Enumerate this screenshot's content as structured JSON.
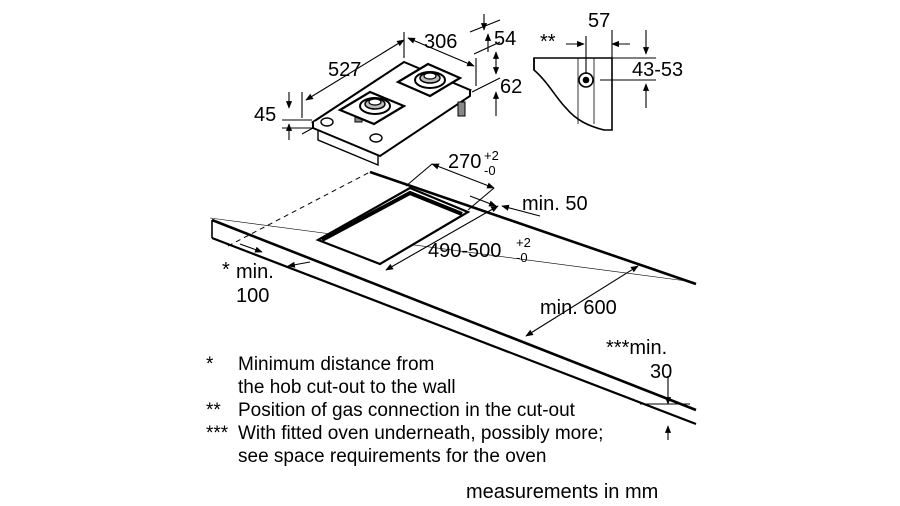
{
  "dimensions": {
    "hob_depth": "527",
    "hob_width": "306",
    "hob_height_top": "54",
    "hob_side": "62",
    "hob_thickness": "45",
    "gas_offset": "57",
    "gas_height_range": "43-53",
    "gas_marker": "**",
    "cutout_width": "270",
    "cutout_width_tol_upper": "+2",
    "cutout_width_tol_lower": "-0",
    "cutout_depth": "490-500",
    "cutout_depth_tol_upper": "+2",
    "cutout_depth_tol_lower": "-0",
    "min_back": "min. 50",
    "min_wall_marker": "*",
    "min_wall_label": "min.",
    "min_wall_value": "100",
    "min_worktop": "min. 600",
    "min_front_label": "***min.",
    "min_front_value": "30"
  },
  "notes": [
    {
      "marker": "*",
      "line1": "Minimum distance from",
      "line2": "the hob cut-out to the wall"
    },
    {
      "marker": "**",
      "line1": "Position of gas connection in the cut-out",
      "line2": ""
    },
    {
      "marker": "***",
      "line1": "With fitted oven underneath, possibly more;",
      "line2": "see space requirements for the oven"
    }
  ],
  "units_caption": "measurements in mm"
}
